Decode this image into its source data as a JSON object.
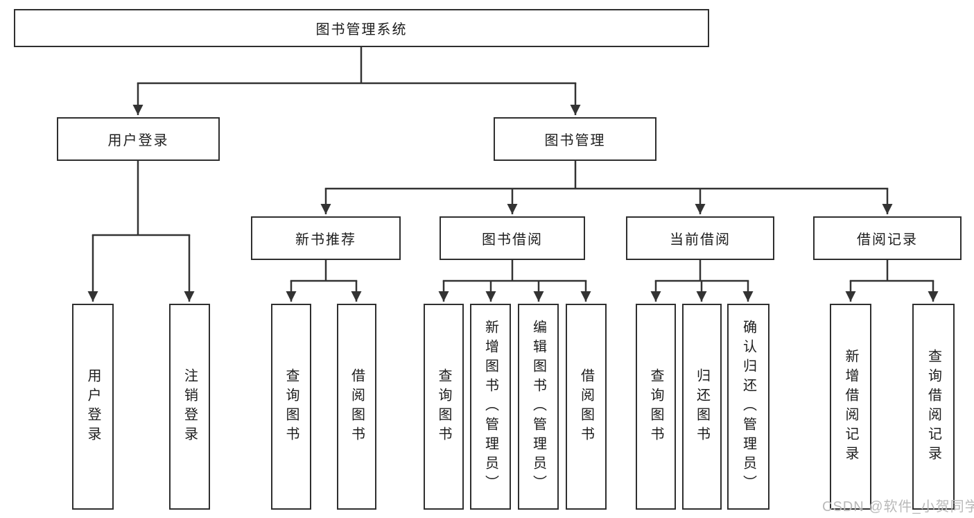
{
  "nodes": {
    "root": "图书管理系统",
    "user_login": "用户登录",
    "book_management": "图书管理",
    "leaf_user_login": "用户登录",
    "leaf_logout": "注销登录",
    "new_book_recommend": "新书推荐",
    "book_borrow": "图书借阅",
    "current_borrow": "当前借阅",
    "borrow_records": "借阅记录",
    "nb_query_books": "查询图书",
    "nb_borrow_books": "借阅图书",
    "bb_query_books": "查询图书",
    "bb_add_books": "新增图书（管理员）",
    "bb_edit_books": "编辑图书（管理员）",
    "bb_borrow_books": "借阅图书",
    "cb_query_books": "查询图书",
    "cb_return_books": "归还图书",
    "cb_confirm_return": "确认归还（管理员）",
    "br_add_record": "新增借阅记录",
    "br_query_record": "查询借阅记录"
  },
  "watermark": {
    "text": "CSDN @软件_小贺同学",
    "color": "#b9b9b9"
  },
  "colors": {
    "line": "#333333",
    "border": "#2f2f2f",
    "fill": "#ffffff",
    "text": "#1c1c1c"
  }
}
